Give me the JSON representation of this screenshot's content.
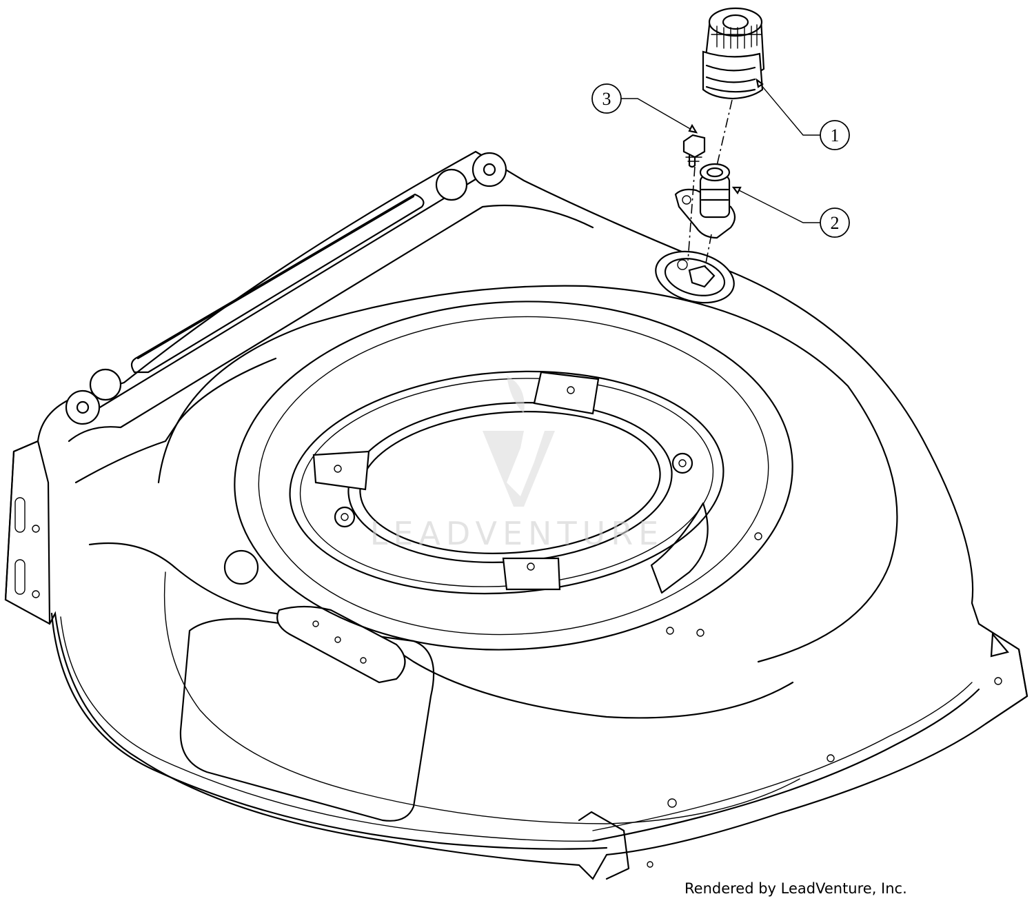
{
  "callouts": [
    {
      "number": "1"
    },
    {
      "number": "2"
    },
    {
      "number": "3"
    }
  ],
  "watermark": "LEADVENTURE",
  "credit": "Rendered by LeadVenture, Inc."
}
